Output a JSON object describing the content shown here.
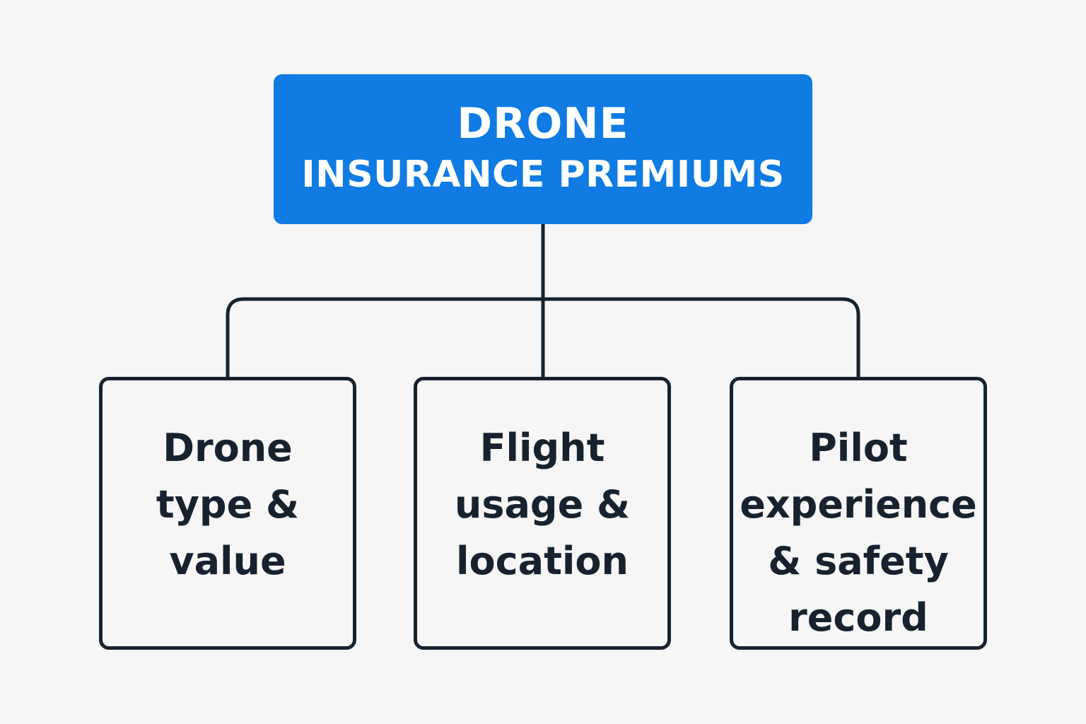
{
  "root": {
    "line1": "DRONE",
    "line2": "INSURANCE PREMIUMS",
    "color": "#0f7be3"
  },
  "children": [
    {
      "label": "Drone\ntype &\nvalue"
    },
    {
      "label": "Flight\nusage &\nlocation"
    },
    {
      "label": "Pilot\nexperience\n& safety\nrecord"
    }
  ],
  "colors": {
    "background": "#f6f6f6",
    "line": "#17222e",
    "root_text": "#ffffff"
  }
}
